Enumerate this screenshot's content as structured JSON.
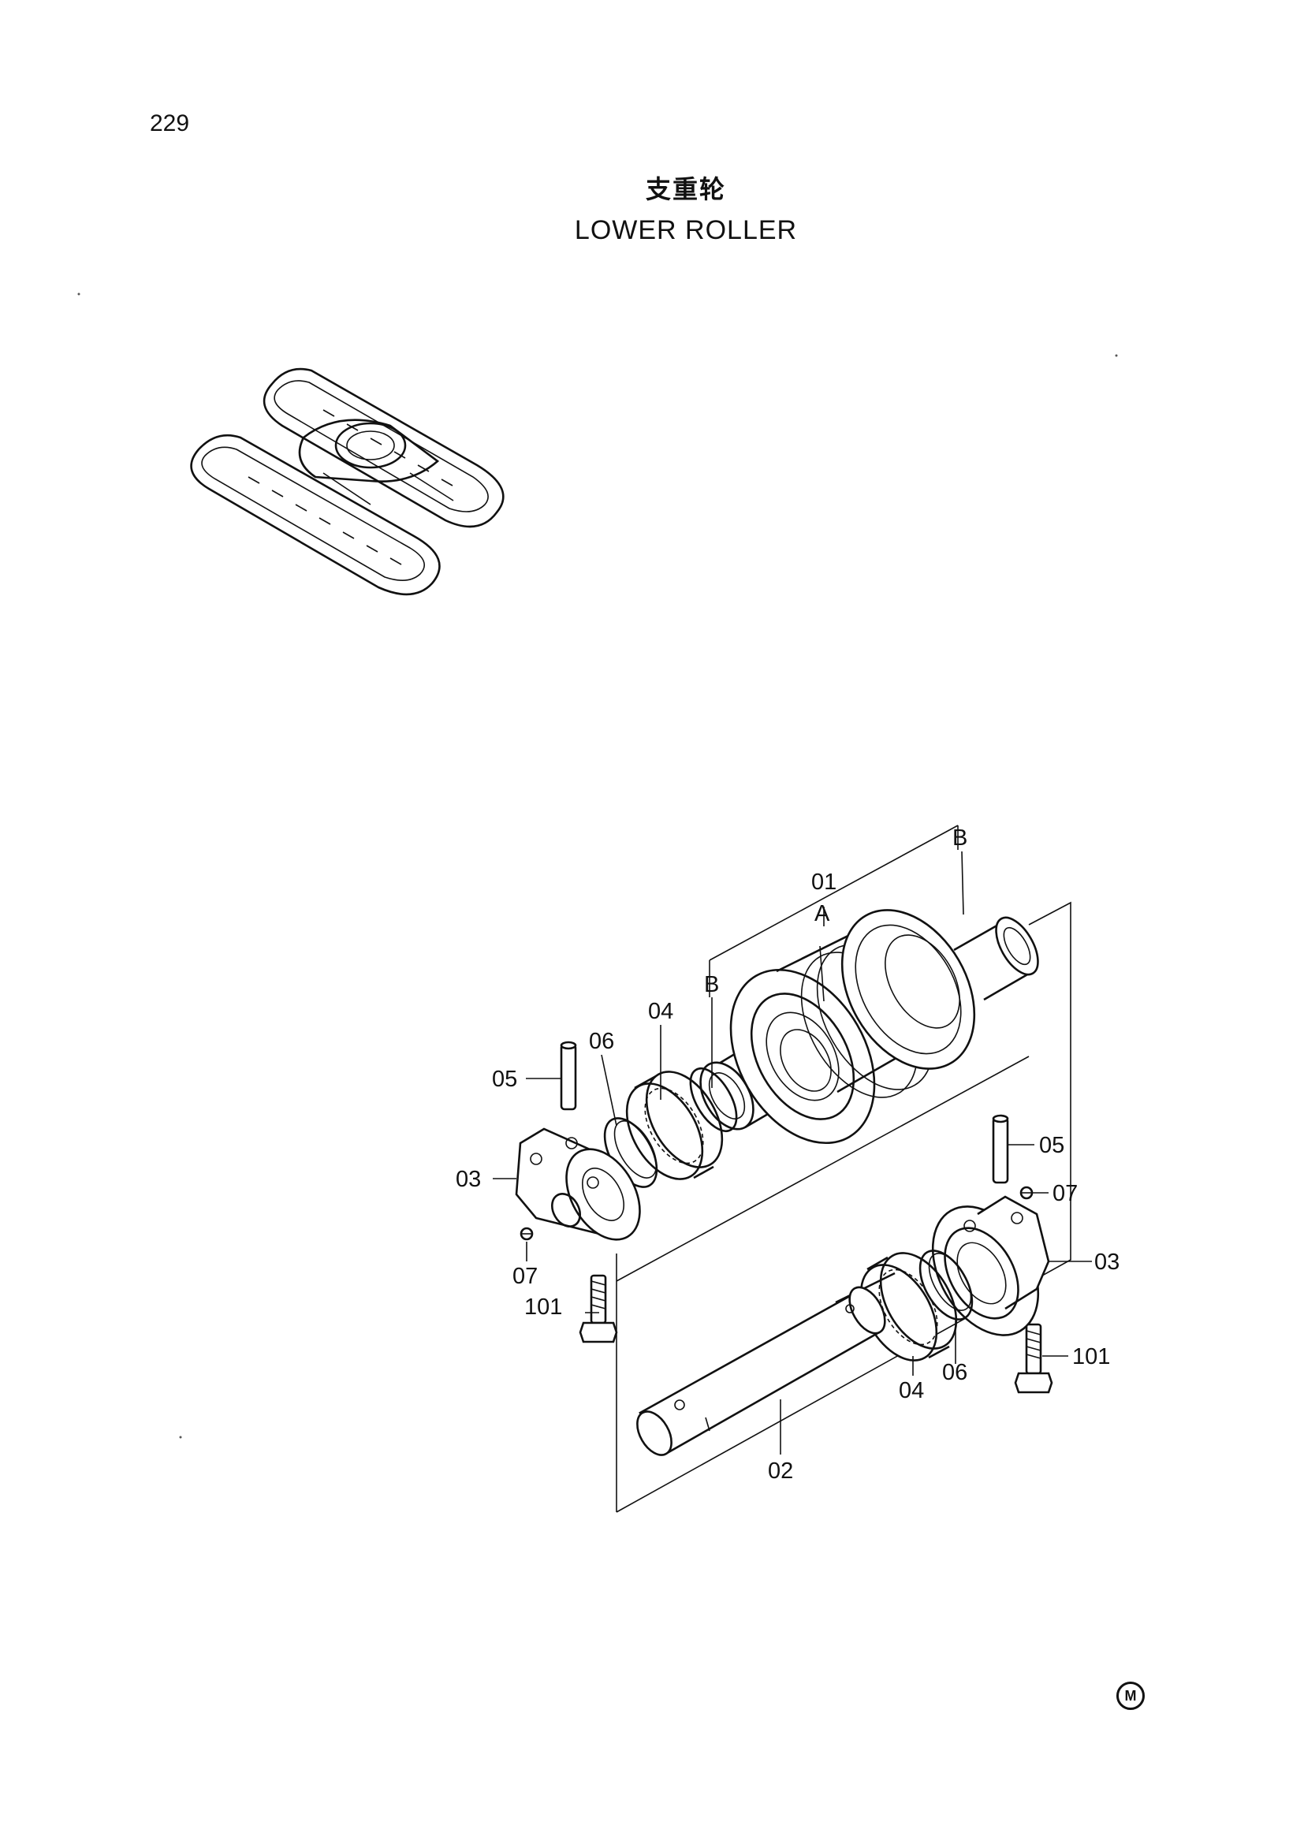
{
  "page": {
    "number": "229"
  },
  "title": {
    "cn": "支重轮",
    "en": "LOWER ROLLER"
  },
  "callouts": {
    "c01": "01",
    "A": "A",
    "B_top": "B",
    "B_left": "B",
    "c04_top": "04",
    "c06_top": "06",
    "c05_left": "05",
    "c03_left": "03",
    "c07_left": "07",
    "c101_left": "101",
    "c05_right": "05",
    "c07_right": "07",
    "c03_right": "03",
    "c101_right": "101",
    "c06_bottom": "06",
    "c04_bottom": "04",
    "c02": "02"
  },
  "marker": {
    "symbol": "M"
  }
}
